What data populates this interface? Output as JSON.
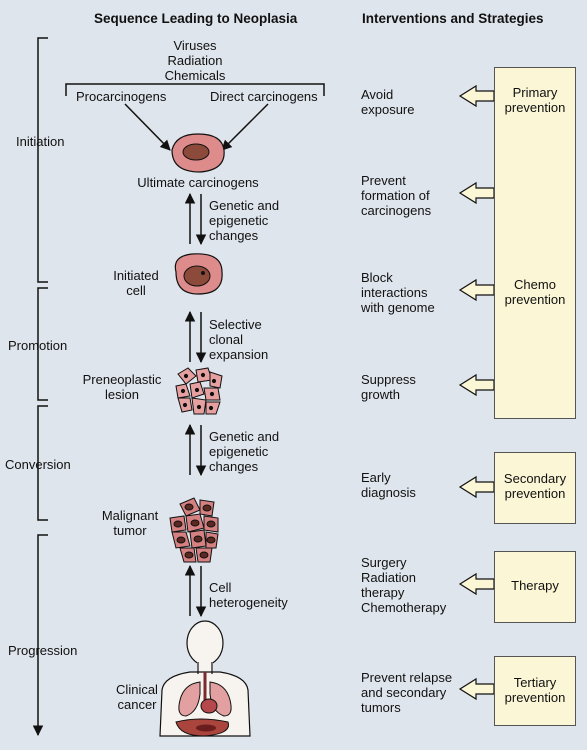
{
  "headers": {
    "left": "Sequence Leading to Neoplasia",
    "right": "Interventions and Strategies"
  },
  "agents": [
    "Viruses",
    "Radiation",
    "Chemicals"
  ],
  "branches": {
    "left": "Procarcinogens",
    "right": "Direct carcinogens"
  },
  "stages": {
    "initiation": "Initiation",
    "promotion": "Promotion",
    "conversion": "Conversion",
    "progression": "Progression"
  },
  "steps": {
    "ultimate": "Ultimate carcinogens",
    "initiated": [
      "Initiated",
      "cell"
    ],
    "preneoplastic": [
      "Preneoplastic",
      "lesion"
    ],
    "malignant": [
      "Malignant",
      "tumor"
    ],
    "clinical": [
      "Clinical",
      "cancer"
    ]
  },
  "transitions": {
    "t1": [
      "Genetic and",
      "epigenetic",
      "changes"
    ],
    "t2": [
      "Selective",
      "clonal",
      "expansion"
    ],
    "t3": [
      "Genetic and",
      "epigenetic",
      "changes"
    ],
    "t4": [
      "Cell",
      "heterogeneity"
    ]
  },
  "interventions": {
    "i1": [
      "Avoid",
      "exposure"
    ],
    "i2": [
      "Prevent",
      "formation of",
      "carcinogens"
    ],
    "i3": [
      "Block",
      "interactions",
      "with genome"
    ],
    "i4": [
      "Suppress",
      "growth"
    ],
    "i5": [
      "Early",
      "diagnosis"
    ],
    "i6": [
      "Surgery",
      "Radiation",
      "therapy",
      "Chemotherapy"
    ],
    "i7": [
      "Prevent relapse",
      "and secondary",
      "tumors"
    ]
  },
  "strategies": {
    "primary": [
      "Primary",
      "prevention"
    ],
    "chemo": [
      "Chemo",
      "prevention"
    ],
    "secondary": [
      "Secondary",
      "prevention"
    ],
    "therapy": "Therapy",
    "tertiary": [
      "Tertiary",
      "prevention"
    ]
  },
  "colors": {
    "background": "#dfe5ec",
    "cell_fill": "#dd8b8b",
    "nucleus_fill": "#8b4a3a",
    "box_fill": "#fbf6d6"
  }
}
